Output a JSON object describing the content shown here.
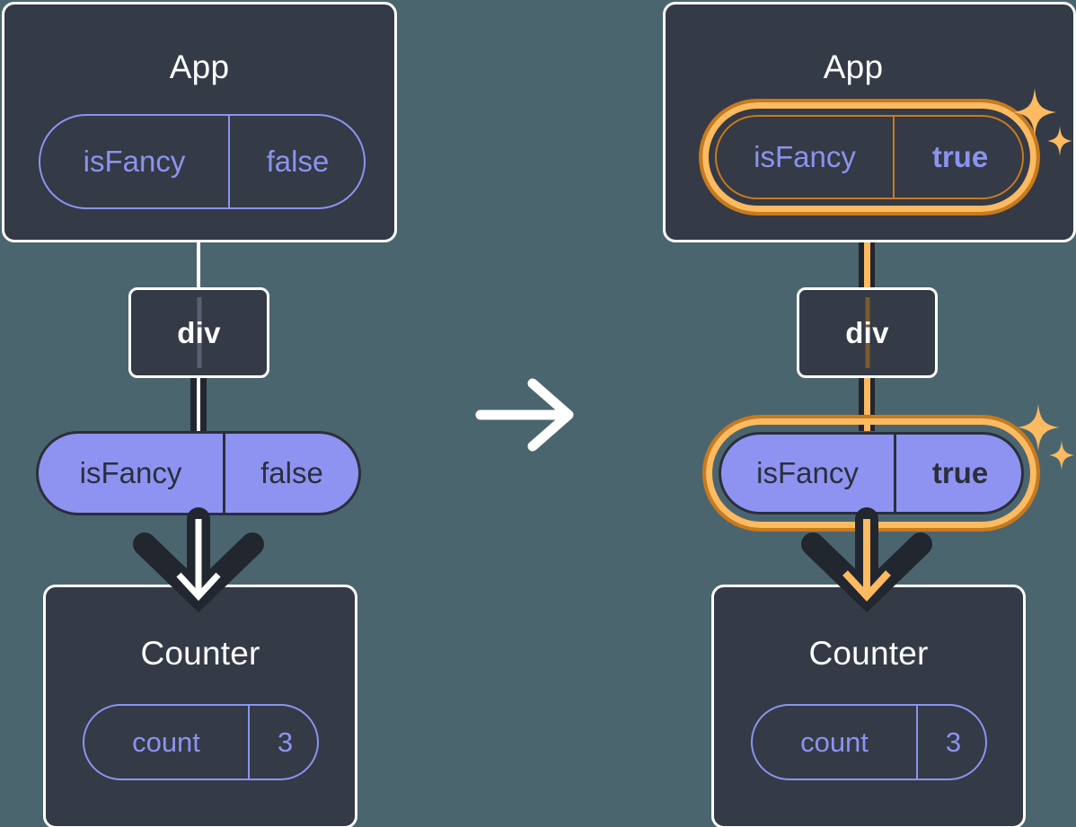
{
  "diagram": {
    "title": "React state propagation: isFancy false to true",
    "background_color": "#4B656F",
    "panels": [
      {
        "id": "before",
        "root": {
          "name": "App",
          "state_pill": {
            "key": "isFancy",
            "value": "false",
            "style": "outline",
            "highlighted": false
          }
        },
        "middle_node": {
          "name": "div"
        },
        "prop_pill": {
          "key": "isFancy",
          "value": "false",
          "style": "filled",
          "highlighted": false
        },
        "child": {
          "name": "Counter",
          "state_pill": {
            "key": "count",
            "value": "3",
            "style": "outline",
            "highlighted": false
          }
        },
        "arrow_color": "#FFFFFF",
        "sparkles": false
      },
      {
        "id": "after",
        "root": {
          "name": "App",
          "state_pill": {
            "key": "isFancy",
            "value": "true",
            "style": "outline",
            "highlighted": true
          }
        },
        "middle_node": {
          "name": "div"
        },
        "prop_pill": {
          "key": "isFancy",
          "value": "true",
          "style": "filled",
          "highlighted": true
        },
        "child": {
          "name": "Counter",
          "state_pill": {
            "key": "count",
            "value": "3",
            "style": "outline",
            "highlighted": false
          }
        },
        "arrow_color": "#FCBA61",
        "sparkles": true
      }
    ],
    "transition": {
      "icon": "right-arrow-icon",
      "color": "#FFFFFF"
    },
    "colors": {
      "box_fill": "#343A46",
      "box_border": "#FFFFFF",
      "pill_purple": "#8E93F1",
      "pill_outline": "#8B93F0",
      "highlight_orange_light": "#FCBA61",
      "highlight_orange_dark": "#C97A1C",
      "arrow_dark": "#22262F",
      "text_dark": "#2A2F3C"
    }
  }
}
